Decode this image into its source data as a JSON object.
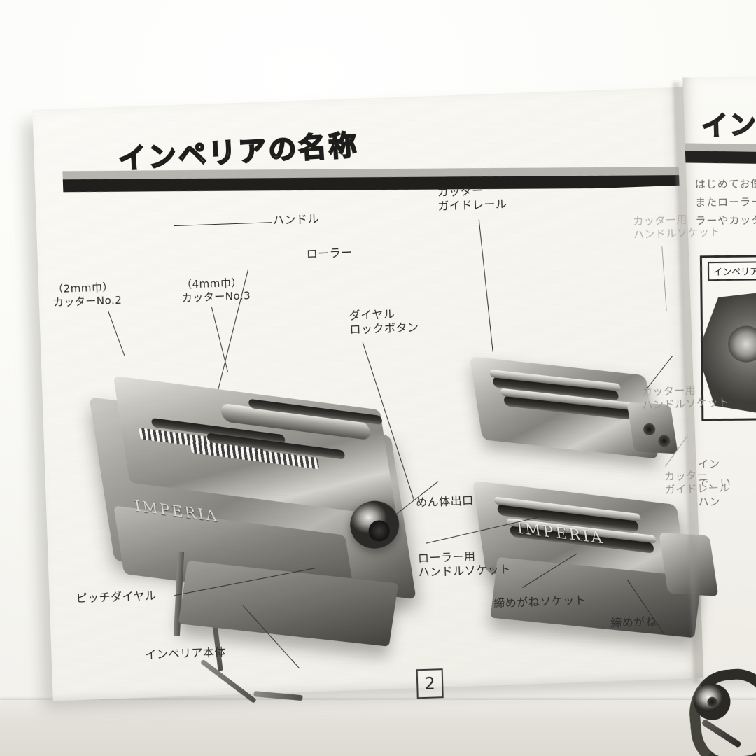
{
  "document": {
    "kind": "instruction-booklet-photo",
    "page_number": "2"
  },
  "left_page": {
    "title": "インペリアの名称",
    "labels": {
      "handle": "ハンドル",
      "cutter_no2": "（2mm巾）\nカッターNo.2",
      "cutter_no3": "（4mm巾）\nカッターNo.3",
      "roller": "ローラー",
      "dial_lock_button": "ダイヤル\nロックボタン",
      "cutter_guide_rail_top": "カッター\nガイドレール",
      "cutter_handle_socket_faint": "カッター用\nハンドルソケット",
      "cutter_handle_socket": "カッター用\nハンドルソケット",
      "cutter_guide_rail_right": "カッター\nガイドレール",
      "noodle_outlet": "めん体出口",
      "roller_handle_socket": "ローラー用\nハンドルソケット",
      "clamp_socket": "締めがねソケット",
      "clamp": "締めがね",
      "pitch_dial": "ピッチダイヤル",
      "imperia_body": "インペリア本体"
    },
    "machine_brand": "IMPERIA"
  },
  "right_page": {
    "title_partial": "イン",
    "body_lines": [
      "はじめてお使",
      "またローラー",
      "ラーやカッタ"
    ],
    "figure_caption": "インペリア",
    "body_lines_2": [
      "イン",
      "で、い",
      "ハン"
    ]
  },
  "colors": {
    "band_black": "#201f1d",
    "band_gray": "#b7b6b0",
    "paper": "#f7f6f1",
    "ink": "#2e2d2b"
  }
}
